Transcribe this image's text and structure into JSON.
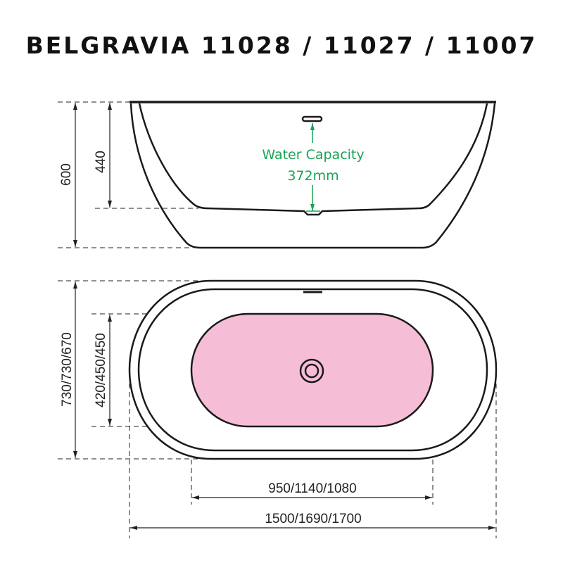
{
  "title": "BELGRAVIA 11028 / 11027 / 11007",
  "colors": {
    "outline": "#1a1a1a",
    "basin_fill": "#f6bdd6",
    "capacity_green": "#1aa355",
    "dim_line": "#222222"
  },
  "front_view": {
    "dimensions": {
      "overall_height": "600",
      "internal_depth": "440"
    },
    "water_capacity": {
      "label": "Water Capacity",
      "value": "372mm"
    }
  },
  "top_view": {
    "dimensions": {
      "overall_width": "730/730/670",
      "basin_width": "420/450/450",
      "basin_length": "950/1140/1080",
      "overall_length": "1500/1690/1700"
    },
    "drain_icon": "concentric-circle-drain"
  }
}
